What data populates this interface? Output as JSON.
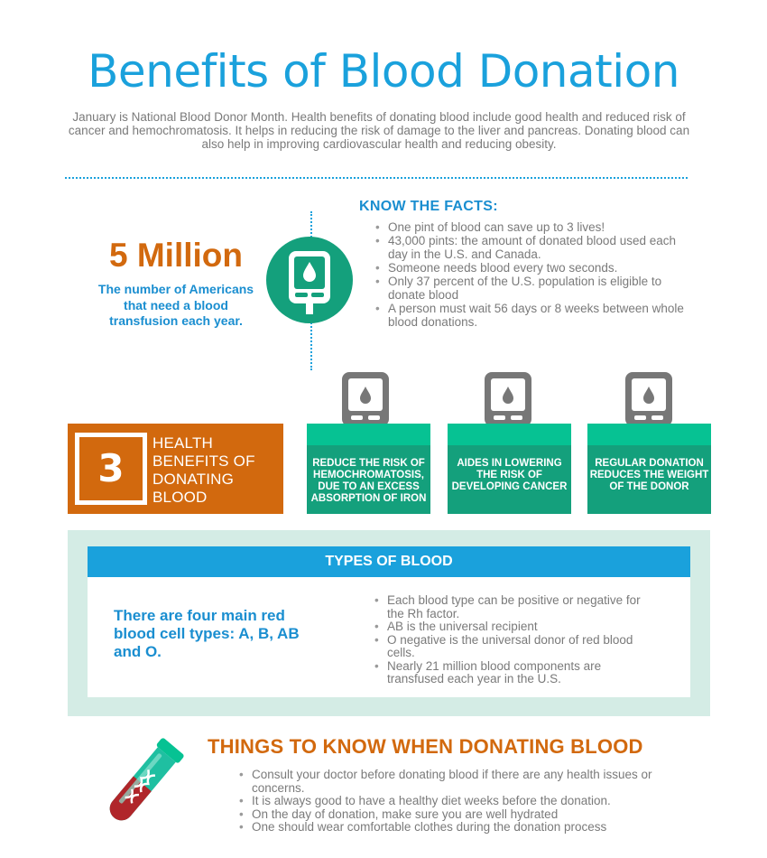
{
  "title": "Benefits of Blood Donation",
  "intro": "January is National Blood Donor Month. Health benefits of donating blood include good health and reduced risk of cancer and hemochromatosis. It helps in reducing the risk of damage to the liver and pancreas. Donating blood can also help in improving cardiovascular health and reducing obesity.",
  "stat": {
    "number": "5 Million",
    "description": "The number of Americans that need a blood transfusion each year.",
    "icon": "blood-meter-icon"
  },
  "facts": {
    "title": "KNOW THE FACTS:",
    "items": [
      "One pint of blood can save up to 3 lives!",
      "43,000 pints: the amount of donated blood used each day in the U.S. and Canada.",
      "Someone needs blood every two seconds.",
      "Only 37 percent of the U.S. population is eligible to donate blood",
      "A person must wait 56 days or 8 weeks between whole blood donations."
    ]
  },
  "health": {
    "number": "3",
    "label": "HEALTH BENEFITS OF DONATING BLOOD",
    "benefits": [
      "REDUCE THE RISK OF HEMOCHROMATOSIS, DUE TO AN EXCESS ABSORPTION OF IRON",
      "AIDES IN LOWERING THE RISK OF DEVELOPING CANCER",
      "REGULAR DONATION REDUCES THE WEIGHT OF THE DONOR"
    ]
  },
  "types": {
    "title": "TYPES OF BLOOD",
    "lead": "There are four main red blood cell types: A, B, AB and O.",
    "items": [
      "Each blood type can be positive or negative for the Rh factor.",
      "AB is the universal recipient",
      "O negative is the universal donor of red blood cells.",
      "Nearly 21 million blood components are transfused each year in the U.S."
    ]
  },
  "things": {
    "title": "THINGS TO KNOW WHEN DONATING BLOOD",
    "items": [
      "Consult your doctor before donating blood if there are any health issues or concerns.",
      "It is always good to have a healthy diet weeks before the donation.",
      "On the day of donation, make sure you are well hydrated",
      "One should wear comfortable clothes during the donation process"
    ]
  },
  "colors": {
    "blue": "#1aa1dc",
    "orange": "#d2690e",
    "green": "#14a07c",
    "light_green": "#06c293",
    "mint": "#d4ece5"
  }
}
